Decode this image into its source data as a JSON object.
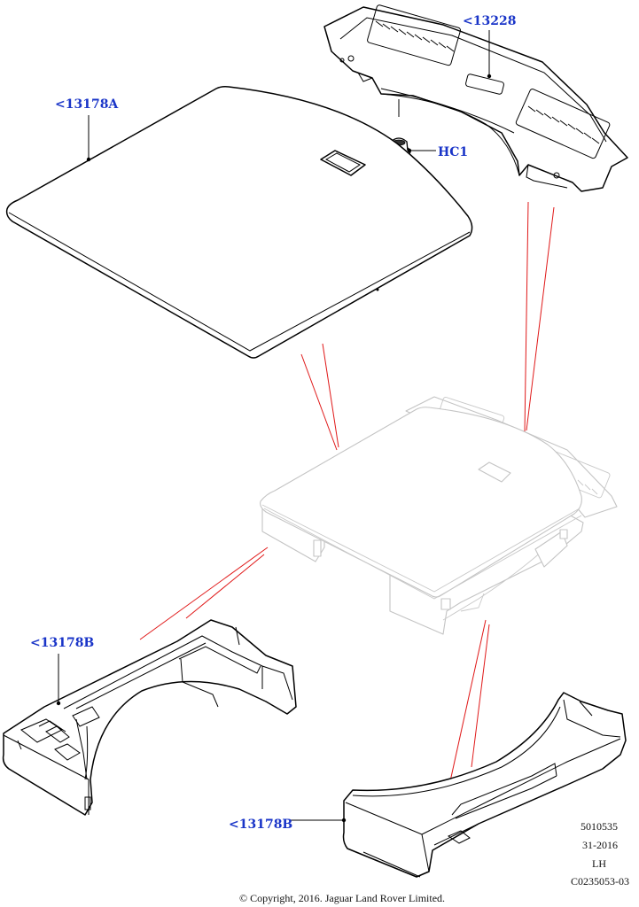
{
  "callouts": {
    "cover": "<13178A",
    "trim_panel": "<13228",
    "clip": "HC1",
    "tray_left": "<13178B",
    "tray_right": "<13178B"
  },
  "reference": {
    "line1": "5010535",
    "line2": "31-2016",
    "line3": "LH",
    "line4": "C0235053-03"
  },
  "copyright": "© Copyright, 2016. Jaguar Land Rover Limited.",
  "colors": {
    "callout": "#1a35c8",
    "explode_lines": "#e01818",
    "assembly_ghost": "#c4c4c4"
  }
}
